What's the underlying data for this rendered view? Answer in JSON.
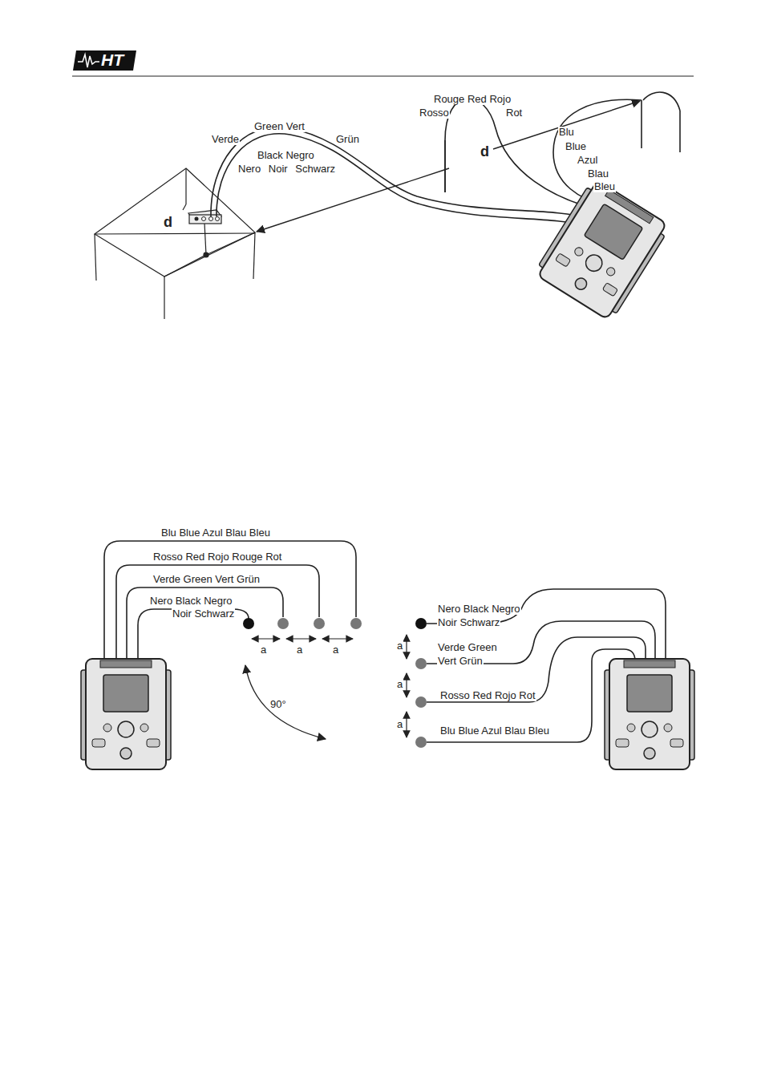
{
  "diagram": {
    "labels": [
      "HT",
      "Verde",
      "Green Vert",
      "Grün",
      "Black Negro",
      "Nero Noir Schwarz",
      "Rouge Red Rojo",
      "Rosso",
      "Rot",
      "d",
      "d",
      "Blu",
      "Blue",
      "Azul",
      "Blau",
      "Bleu",
      "Blu Blue Azul Blau Bleu",
      "Rosso Red Rojo Rouge Rot",
      "Verde Green Vert Grün",
      "Nero Black Negro",
      "Noir Schwarz",
      "a",
      "a",
      "a",
      "90°",
      "Nero Black Negro",
      "Noir Schwarz",
      "Verde Green",
      "Vert Grün",
      "a",
      "a",
      "a",
      "Rosso Red Rojo Rot",
      "Blu Blue Azul Blau Bleu"
    ]
  }
}
